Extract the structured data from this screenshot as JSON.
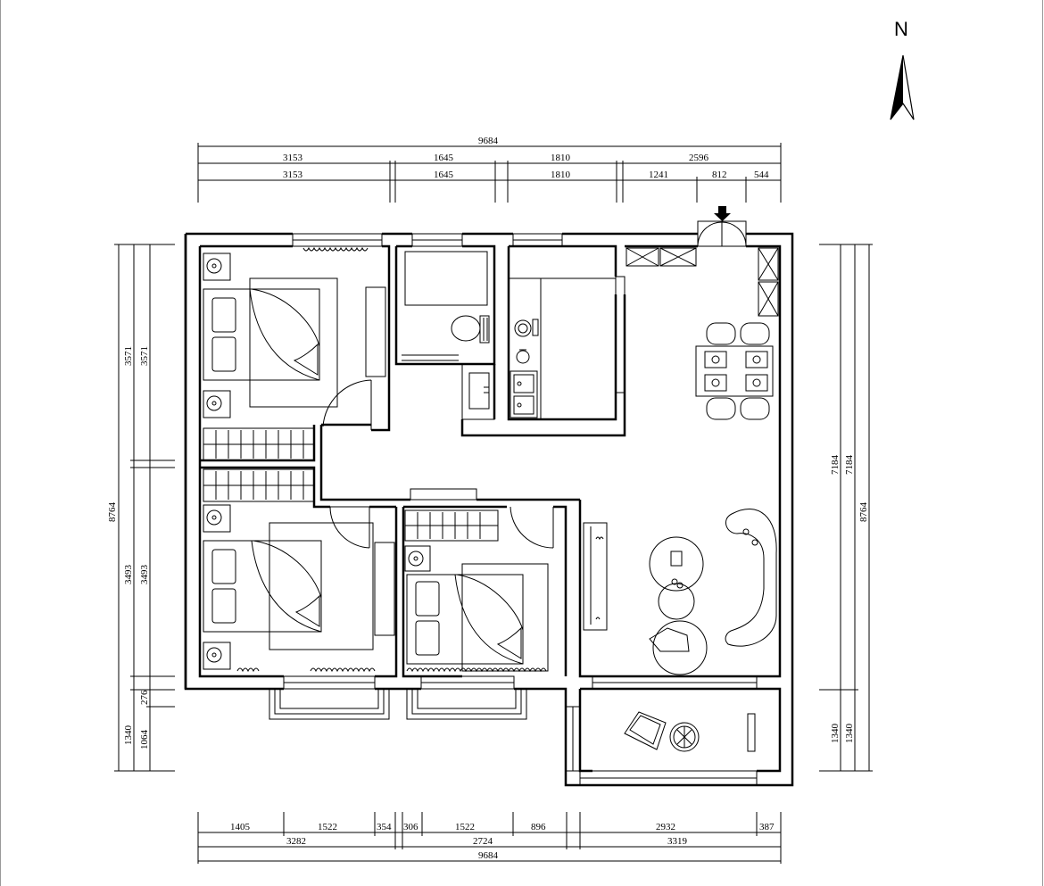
{
  "north_label": "N",
  "colors": {
    "ink": "#000000",
    "frame": "#999999"
  },
  "dimensions": {
    "top_total": "9684",
    "top_row1": [
      "3153",
      "1645",
      "1810",
      "2596"
    ],
    "top_row2": [
      "3153",
      "1645",
      "1810",
      "1241",
      "812",
      "544"
    ],
    "bottom_row1": [
      "1405",
      "1522",
      "354",
      "306",
      "1522",
      "896",
      "2932",
      "387"
    ],
    "bottom_row2": [
      "3282",
      "2724",
      "3319"
    ],
    "bottom_total": "9684",
    "left_total": "8764",
    "left_outer": [
      "3571",
      "3493",
      "1340"
    ],
    "left_inner": [
      "3571",
      "3493",
      "276",
      "1064"
    ],
    "right_total": "8764",
    "right_row1": [
      "7184",
      "1340"
    ],
    "right_row2": [
      "7184",
      "1340"
    ]
  },
  "icons": {
    "north_arrow": "north-arrow-icon",
    "entrance": "entrance-arrow-icon",
    "bed": "double-bed-icon",
    "lamp": "bedside-lamp-icon",
    "toilet": "toilet-icon",
    "stove": "gas-stove-icon",
    "sink": "sink-icon",
    "sofa": "sofa-icon",
    "armchair": "armchair-icon",
    "plant": "potted-plant-icon",
    "dining": "dining-set-icon",
    "wardrobe": "wardrobe-icon"
  }
}
